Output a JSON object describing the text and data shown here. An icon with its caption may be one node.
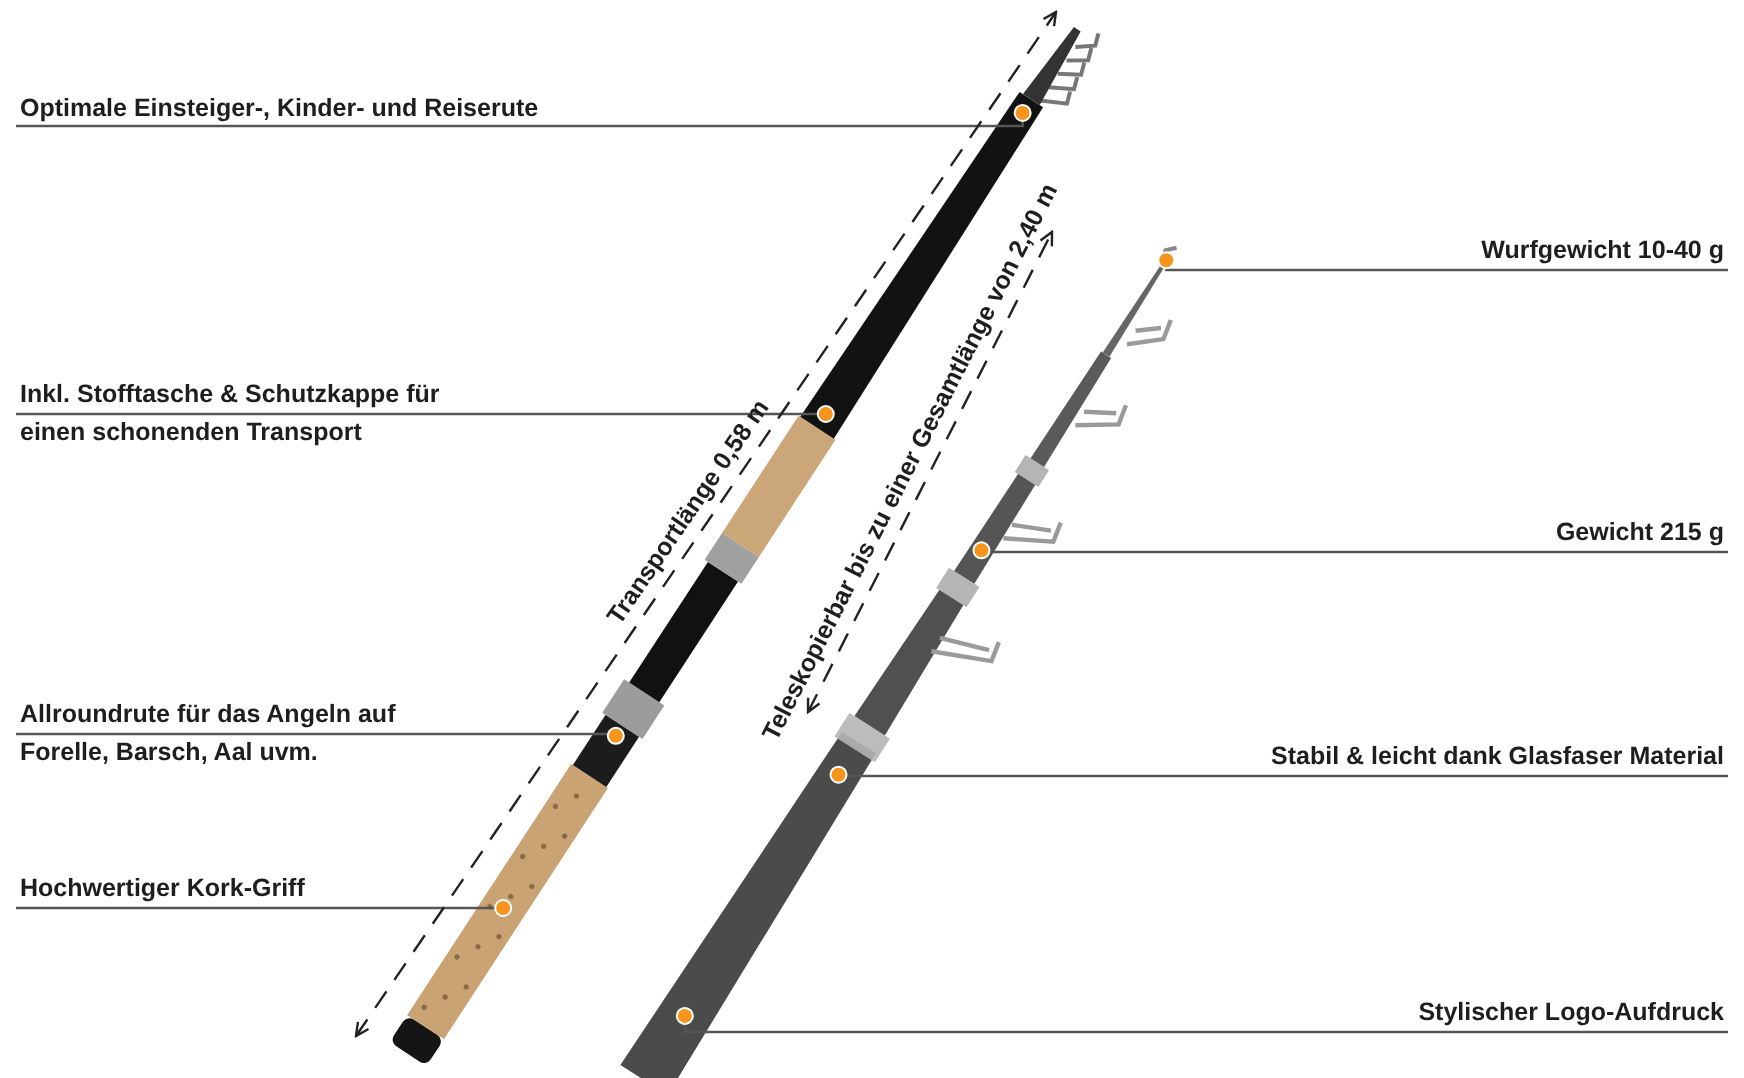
{
  "diagram": {
    "nodes": [
      {
        "text": [
          "Optimale Einsteiger-, Kinder- und Reiserute"
        ]
      },
      {
        "text": [
          "Inkl. Stofftasche & Schutzkappe für einen schonenden Transport"
        ]
      },
      {
        "text": [
          "Allroundrute für das Angeln auf Forelle, Barsch, Aal uvm."
        ]
      },
      {
        "text": [
          "Hochwertiger Kork-Griff"
        ]
      },
      {
        "text": [
          "Wurfgewicht 10-40 g"
        ]
      },
      {
        "text": [
          "Gewicht 215 g"
        ]
      },
      {
        "text": [
          "Stabil & leicht dank Glasfaser Material"
        ]
      },
      {
        "text": [
          "Stylischer Logo-Aufdruck"
        ]
      },
      {
        "text": [],
        "shape": "picture"
      },
      {
        "text": [],
        "shape": "picture"
      }
    ],
    "edges": [
      {
        "from": 0,
        "to": 8,
        "arrow": "other"
      },
      {
        "from": 1,
        "to": 8,
        "arrow": "other"
      },
      {
        "from": 2,
        "to": 8,
        "arrow": "other"
      },
      {
        "from": 3,
        "to": 8,
        "arrow": "other"
      },
      {
        "from": 4,
        "to": 9,
        "arrow": "other"
      },
      {
        "from": 5,
        "to": 9,
        "arrow": "other"
      },
      {
        "from": 6,
        "to": 9,
        "arrow": "other"
      },
      {
        "from": 7,
        "to": 9,
        "arrow": "other"
      }
    ],
    "labels": [
      "Transportlänge 0,58 m",
      "Teleskopierbar bis zu einer Gesamtlänge von 2,40 m"
    ]
  }
}
